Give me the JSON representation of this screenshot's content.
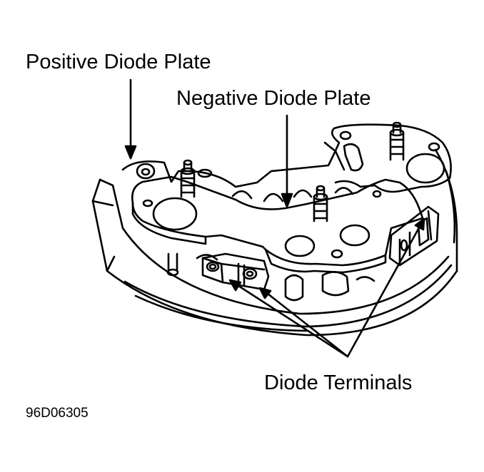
{
  "labels": {
    "positive": "Positive Diode Plate",
    "negative": "Negative Diode Plate",
    "terminals": "Diode Terminals"
  },
  "figure_id": "96D06305",
  "colors": {
    "line": "#000000",
    "background": "#ffffff"
  }
}
